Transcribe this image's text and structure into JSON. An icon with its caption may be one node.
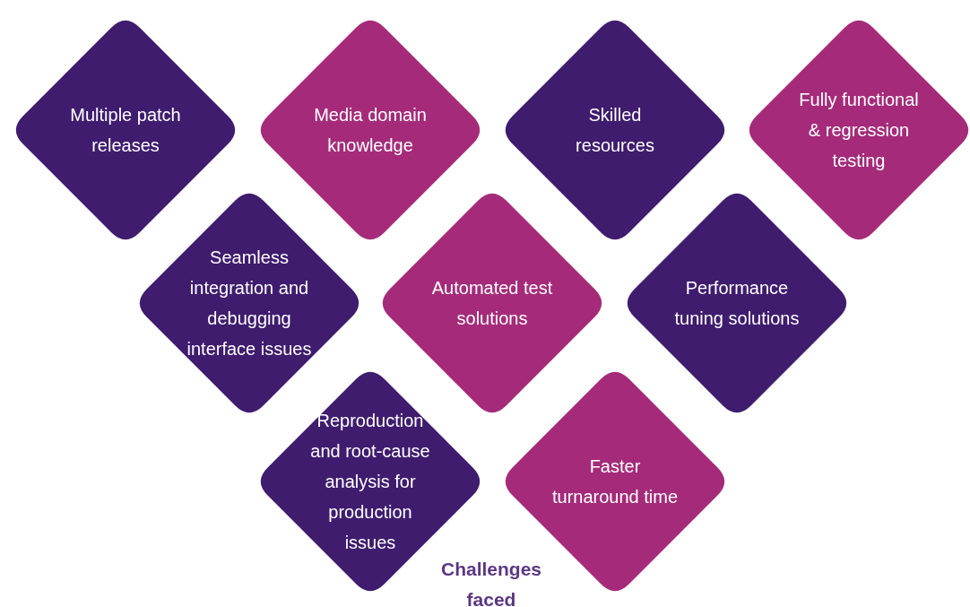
{
  "diagram": {
    "nodes": [
      {
        "text": [
          "Multiple patch releases"
        ]
      },
      {
        "text": [
          "Media domain knowledge"
        ]
      },
      {
        "text": [
          "Skilled resources"
        ]
      },
      {
        "text": [
          "Fully functional & regression testing"
        ]
      },
      {
        "text": [
          "Seamless integration and debugging interface issues"
        ]
      },
      {
        "text": [
          "Automated test solutions"
        ]
      },
      {
        "text": [
          "Performance tuning solutions"
        ]
      },
      {
        "text": [
          "Reproduction and root-cause analysis for production issues"
        ]
      },
      {
        "text": [
          "Faster turnaround time"
        ]
      }
    ],
    "edges": [],
    "labels": [
      "Challenges faced"
    ]
  }
}
